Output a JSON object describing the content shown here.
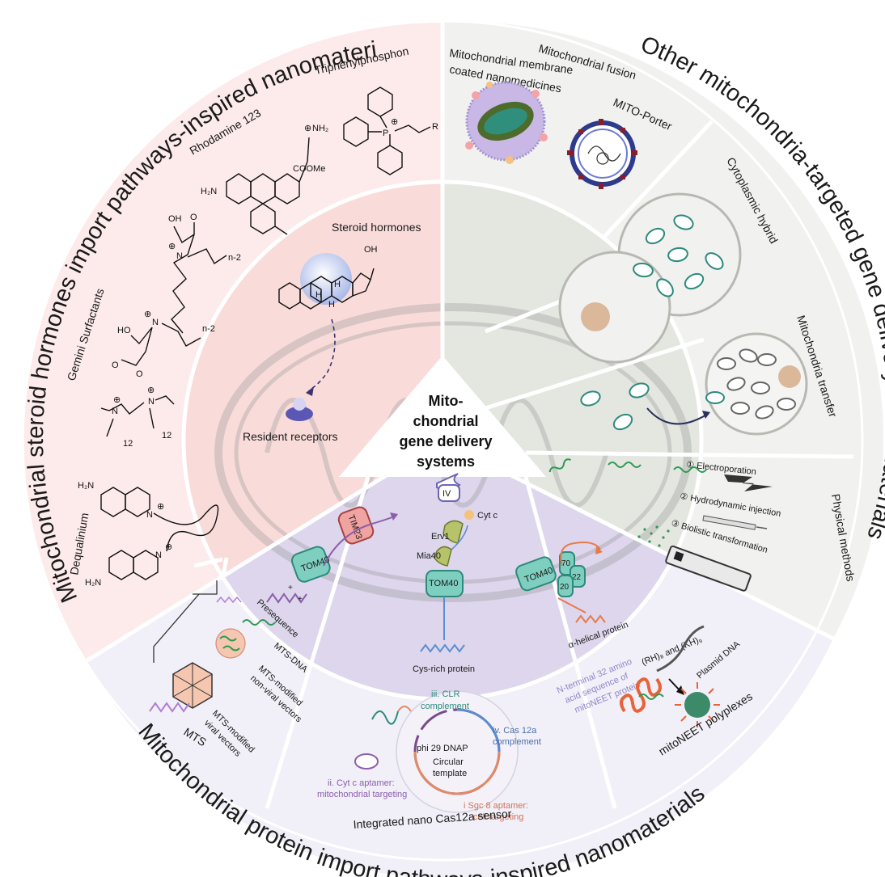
{
  "center": {
    "line1": "Mito-",
    "line2": "chondrial",
    "line3": "gene delivery",
    "line4": "systems"
  },
  "arcs": {
    "left": "Mitochondrial steroid hormones import pathways-inspired nanomaterials",
    "right": "Other mitochondria-targeted gene delivery nanomaterials",
    "bottom": "Mitochondrial protein import pathways-inspired nanomaterials"
  },
  "steroid": {
    "triphenyl": "Triphenylphosphon",
    "rhodamine": "Rhodamine 123",
    "gemini": "Gemini Surfactants",
    "dequalinium": "Dequalinium",
    "steroid_hormones": "Steroid hormones",
    "resident_receptors": "Resident receptors"
  },
  "chemistry": {
    "R": "R",
    "P": "P",
    "plus": "⊕",
    "NH2": "NH₂",
    "H2N": "H₂N",
    "COOMe": "COOMe",
    "OH": "OH",
    "HO": "HO",
    "O": "O",
    "N": "N",
    "n2": "n-2",
    "sub12": "12",
    "H": "H"
  },
  "other": {
    "membrane_coated": "Mitochondrial membrane\ncoated nanomedicines",
    "membrane_line1": "Mitochondrial membrane",
    "membrane_line2": "coated nanomedicines",
    "fusion": "Mitochondrial fusion",
    "mito_porter": "MITO-Porter",
    "cytoplasmic_hybrid": "Cytoplasmic hybrid",
    "mito_transfer": "Mitochondria transfer",
    "physical_methods": "Physical methods",
    "electroporation": "① Electroporation",
    "hydrodynamic": "② Hydrodynamic injection",
    "biolistic": "③ Biolistic transformation"
  },
  "protein": {
    "tom40": "TOM40",
    "tim23": "TIM23",
    "presequence": "Presequence",
    "iv": "IV",
    "cyt_c": "Cyt c",
    "erv1": "Erv1",
    "mia40": "Mia40",
    "cys_rich": "Cys-rich protein",
    "tom70": "70",
    "tom22": "22",
    "tom20": "20",
    "alpha_helical": "α-helical protein",
    "mts_dna": "MTS-DNA",
    "mts_nonviral_1": "MTS-modified",
    "mts_nonviral_2": "non-viral vectors",
    "mts_viral_1": "MTS-modified",
    "mts_viral_2": "viral vectors",
    "mts": "MTS",
    "clr_1": "iii. CLR",
    "clr_2": "complement",
    "cas12a_1": "iv. Cas 12a",
    "cas12a_2": "complement",
    "phi29": "phi 29 DNAP",
    "circular_1": "Circular",
    "circular_2": "template",
    "cytc_apt_1": "ii. Cyt c aptamer:",
    "cytc_apt_2": "mitochondrial targeting",
    "sgc8_1": "i Sgc 8 aptamer:",
    "sgc8_2": "cell targeting",
    "nano_cas12a": "Integrated nano Cas12a sensor",
    "nterm_1": "N-terminal 32 amino",
    "nterm_2": "acid sequence of",
    "nterm_3": "mitoNEET protein",
    "rh_kh": "(RH)₈ and (KH)₉",
    "plasmid": "Plasmid DNA",
    "mitoneet": "mitoNEET polyplexes"
  },
  "colors": {
    "steroid_bg": "#fcebea",
    "steroid_inner": "#f9dcda",
    "other_bg": "#f1f1ef",
    "other_inner": "#e4e6e0",
    "protein_bg": "#f1eff7",
    "protein_inner": "#ddd6ec",
    "teal": "#2c8a7c",
    "purple": "#8c5fad",
    "orange": "#e87a4a"
  }
}
